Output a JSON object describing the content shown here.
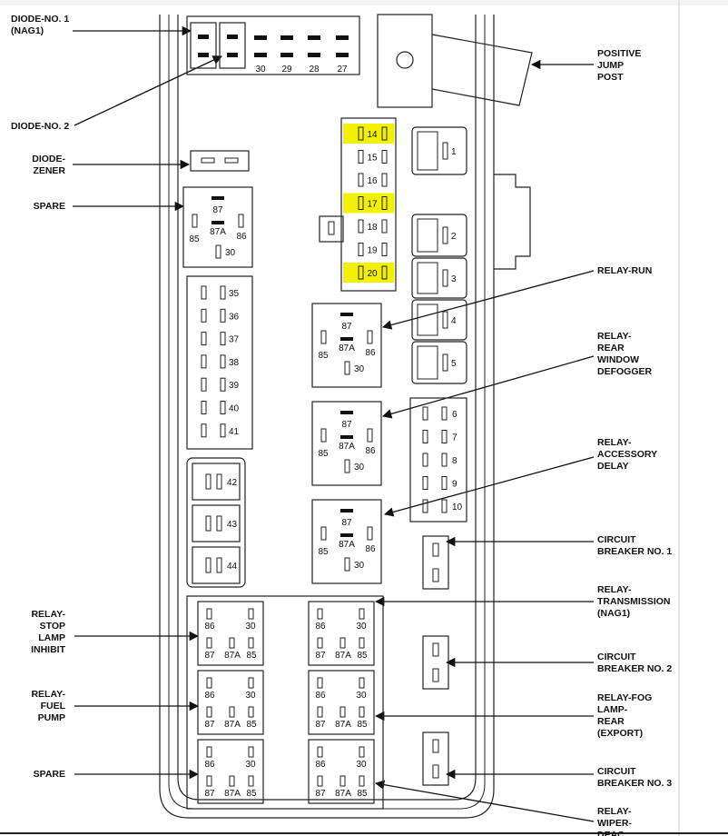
{
  "labels": {
    "diode_no1": [
      "DIODE-NO. 1",
      "(NAG1)"
    ],
    "diode_no2": [
      "DIODE-NO. 2"
    ],
    "diode_zener": [
      "DIODE-",
      "ZENER"
    ],
    "spare_top": [
      "SPARE"
    ],
    "positive_jump_post": [
      "POSITIVE",
      "JUMP",
      "POST"
    ],
    "relay_run": [
      "RELAY-RUN"
    ],
    "relay_rear_window_defogger": [
      "RELAY-",
      "REAR",
      "WINDOW",
      "DEFOGGER"
    ],
    "relay_accessory_delay": [
      "RELAY-",
      "ACCESSORY",
      "DELAY"
    ],
    "circuit_breaker_1": [
      "CIRCUIT",
      "BREAKER NO. 1"
    ],
    "relay_transmission": [
      "RELAY-",
      "TRANSMISSION",
      "(NAG1)"
    ],
    "circuit_breaker_2": [
      "CIRCUIT",
      "BREAKER NO. 2"
    ],
    "relay_fog_lamp_rear": [
      "RELAY-FOG",
      "LAMP-",
      "REAR",
      "(EXPORT)"
    ],
    "circuit_breaker_3": [
      "CIRCUIT",
      "BREAKER NO. 3"
    ],
    "relay_wiper": [
      "RELAY-",
      "WIPER-",
      "DEAC"
    ],
    "relay_stop_lamp_inhibit": [
      "RELAY-",
      "STOP",
      "LAMP",
      "INHIBIT"
    ],
    "relay_fuel_pump": [
      "RELAY-",
      "FUEL",
      "PUMP"
    ],
    "spare_bottom": [
      "SPARE"
    ]
  },
  "top_fuses": [
    "30",
    "29",
    "28",
    "27"
  ],
  "center_fuses": [
    "14",
    "15",
    "16",
    "17",
    "18",
    "19",
    "20"
  ],
  "highlighted_fuses": [
    "14",
    "17",
    "20"
  ],
  "left_fuses": [
    "35",
    "36",
    "37",
    "38",
    "39",
    "40",
    "41"
  ],
  "large_fuses": [
    "42",
    "43",
    "44"
  ],
  "right_large_fuses": [
    "1",
    "2",
    "3",
    "4",
    "5"
  ],
  "right_small_fuses": [
    "6",
    "7",
    "8",
    "9",
    "10"
  ],
  "relay_pins_iso": [
    "87",
    "87A",
    "85",
    "86",
    "30"
  ],
  "relay_pins_mini": [
    "86",
    "30",
    "87",
    "87A",
    "85"
  ],
  "colors": {
    "highlight": "#f3f000",
    "line": "#222222"
  }
}
